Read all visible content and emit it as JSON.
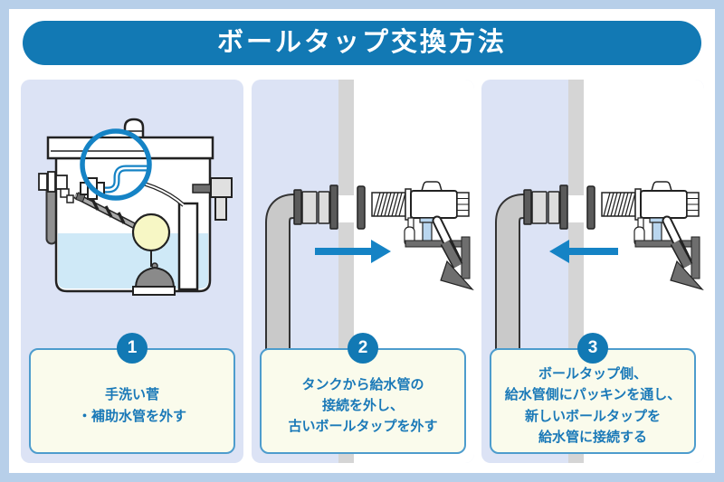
{
  "title": "ボールタップ交換方法",
  "steps": [
    {
      "number": "1",
      "text": "手洗い菅\n・補助水管を外す"
    },
    {
      "number": "2",
      "text": "タンクから給水管の\n接続を外し、\n古いボールタップを外す"
    },
    {
      "number": "3",
      "text": "ボールタップ側、\n給水管側にパッキンを通し、\n新しいボールタップを\n給水管に接続する"
    }
  ],
  "icons": {
    "arrow_right": "→",
    "arrow_left": "←",
    "magnifier": "拡大円"
  },
  "colors": {
    "frame_border": "#b7cfe9",
    "banner_blue": "#1279b4",
    "panel_background": "#dce3f5",
    "textbox_background": "#fafbec",
    "textbox_border": "#4d9ccd",
    "step_text_blue": "#1a79b8",
    "arrow_blue": "#1583c5",
    "water_blue": "#cfe9f7",
    "float_yellow": "#f7f7c5",
    "pipe_gray": "#c9c9c9",
    "dark_gray": "#6e6e6e",
    "wall_gray": "#d5d5d5"
  }
}
